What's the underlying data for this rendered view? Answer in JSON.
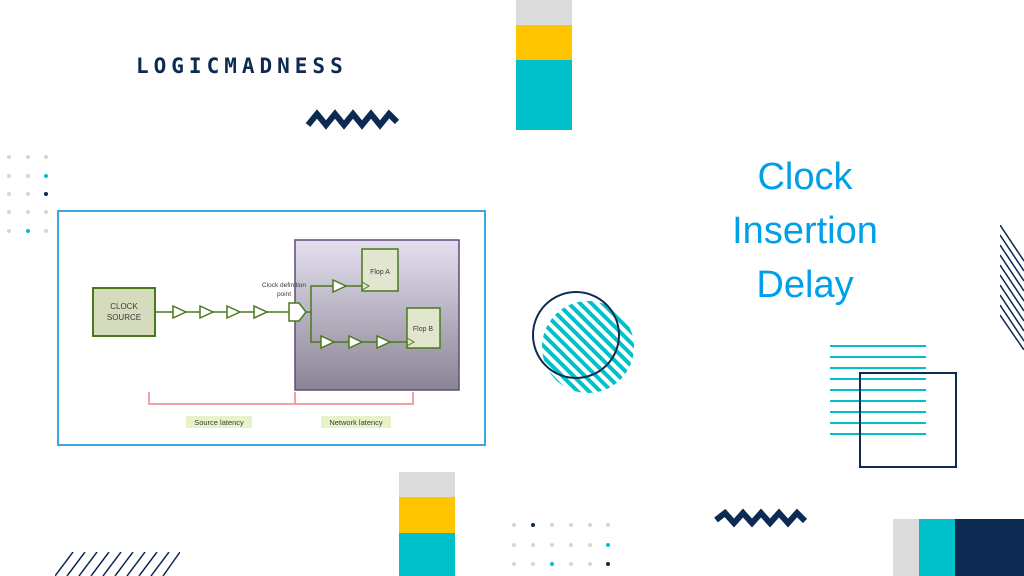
{
  "brand": {
    "logo_text": "LOGICMADNESS"
  },
  "title": {
    "line1": "Clock",
    "line2": "Insertion",
    "line3": "Delay"
  },
  "diagram": {
    "clock_source_line1": "CLOCK",
    "clock_source_line2": "SOURCE",
    "clock_definition_line1": "Clock definition",
    "clock_definition_line2": "point",
    "flop_a": "Flop A",
    "flop_b": "Flop B",
    "source_latency": "Source latency",
    "network_latency": "Network latency"
  },
  "colors": {
    "navy": "#0d2b52",
    "teal": "#00c1c9",
    "yellow": "#ffc600",
    "light_gray": "#dcdcdc",
    "title_blue": "#00a0e9",
    "frame_blue": "#3aa7e0"
  }
}
